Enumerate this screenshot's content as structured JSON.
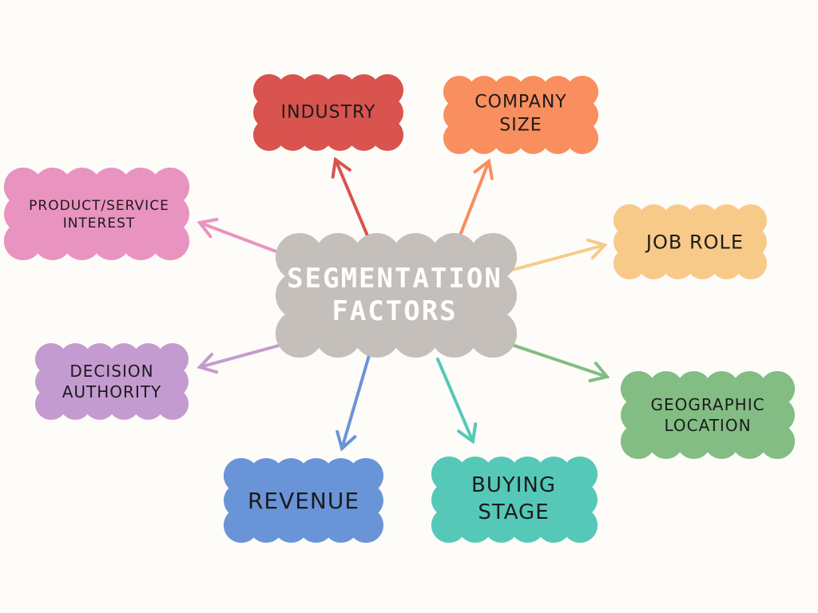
{
  "center": {
    "line1": "SEGMENTATION",
    "line2": "FACTORS",
    "color": "#c4bfba"
  },
  "nodes": [
    {
      "id": "industry",
      "line1": "INDUSTRY",
      "line2": "",
      "color": "#d9534f"
    },
    {
      "id": "company-size",
      "line1": "COMPANY",
      "line2": "SIZE",
      "color": "#f98e5e"
    },
    {
      "id": "job-role",
      "line1": "JOB ROLE",
      "line2": "",
      "color": "#f8ca8a"
    },
    {
      "id": "geographic-location",
      "line1": "GEOGRAPHIC",
      "line2": "LOCATION",
      "color": "#83bd84"
    },
    {
      "id": "buying-stage",
      "line1": "BUYING",
      "line2": "STAGE",
      "color": "#55c8b8"
    },
    {
      "id": "revenue",
      "line1": "REVENUE",
      "line2": "",
      "color": "#6a94d8"
    },
    {
      "id": "decision-authority",
      "line1": "DECISION",
      "line2": "AUTHORITY",
      "color": "#c49bd0"
    },
    {
      "id": "product-service-interest",
      "line1": "PRODUCT/SERVICE",
      "line2": "INTEREST",
      "color": "#e993c0"
    }
  ]
}
